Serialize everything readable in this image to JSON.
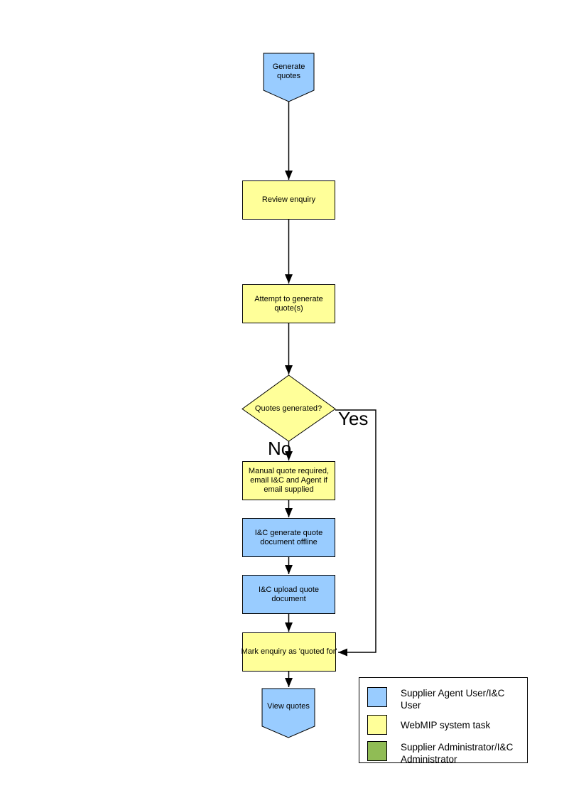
{
  "colors": {
    "actor_blue": "#99CCFF",
    "system_yellow": "#FFFF99",
    "admin_green": "#90BC55",
    "line_black": "#000000"
  },
  "flowchart": {
    "start": "Generate quotes",
    "steps": {
      "review_enquiry": "Review enquiry",
      "attempt_generate": "Attempt to generate quote(s)",
      "decision_quotes_generated": "Quotes generated?",
      "manual_quote": "Manual quote required, email I&C and Agent if email supplied",
      "ic_generate_offline": "I&C generate quote document offline",
      "ic_upload": "I&C upload quote document",
      "mark_quoted": "Mark enquiry as 'quoted for'"
    },
    "end": "View quotes",
    "branches": {
      "yes": "Yes",
      "no": "No"
    }
  },
  "legend": {
    "items": [
      {
        "label": "Supplier Agent User/I&C User",
        "color": "#99CCFF"
      },
      {
        "label": "WebMIP system task",
        "color": "#FFFF99"
      },
      {
        "label": "Supplier Administrator/I&C Administrator",
        "color": "#90BC55"
      }
    ]
  }
}
